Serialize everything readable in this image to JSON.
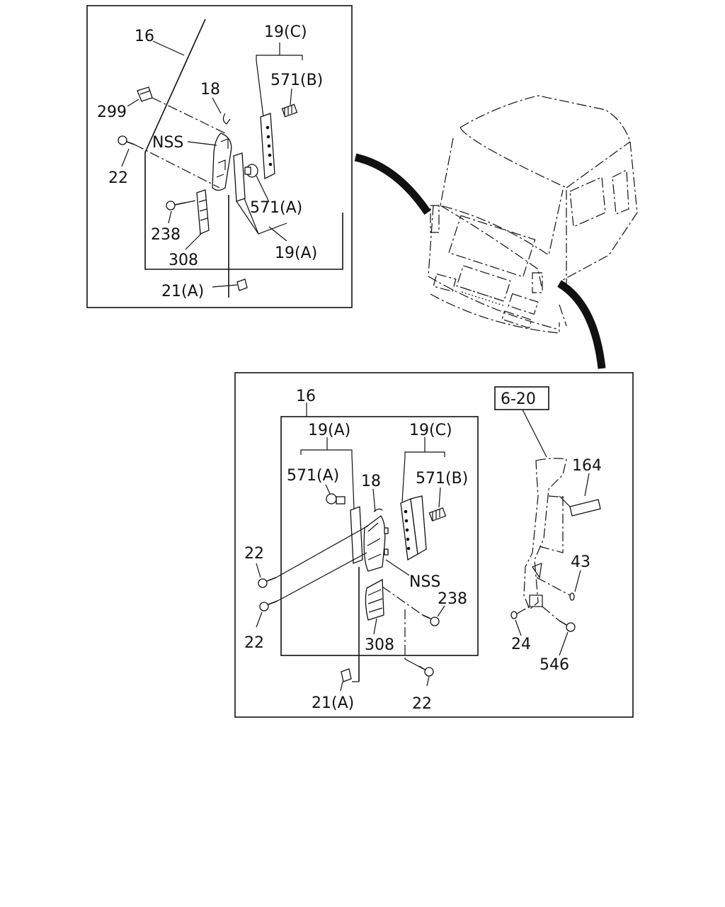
{
  "diagram": {
    "upper_panel": {
      "labels": {
        "l16": "16",
        "l19c": "19(C)",
        "l571b": "571(B)",
        "l18": "18",
        "l299": "299",
        "lnss": "NSS",
        "l22": "22",
        "l571a": "571(A)",
        "l238": "238",
        "l308": "308",
        "l19a": "19(A)",
        "l21a": "21(A)"
      }
    },
    "lower_panel": {
      "labels": {
        "l16": "16",
        "l19a": "19(A)",
        "l19c": "19(C)",
        "l571a": "571(A)",
        "l18": "18",
        "l571b": "571(B)",
        "l22a": "22",
        "l22b": "22",
        "lnss": "NSS",
        "l238": "238",
        "l308": "308",
        "l21a": "21(A)",
        "l22c": "22",
        "lref": "6-20",
        "l164": "164",
        "l43": "43",
        "l24": "24",
        "l546": "546"
      }
    }
  }
}
